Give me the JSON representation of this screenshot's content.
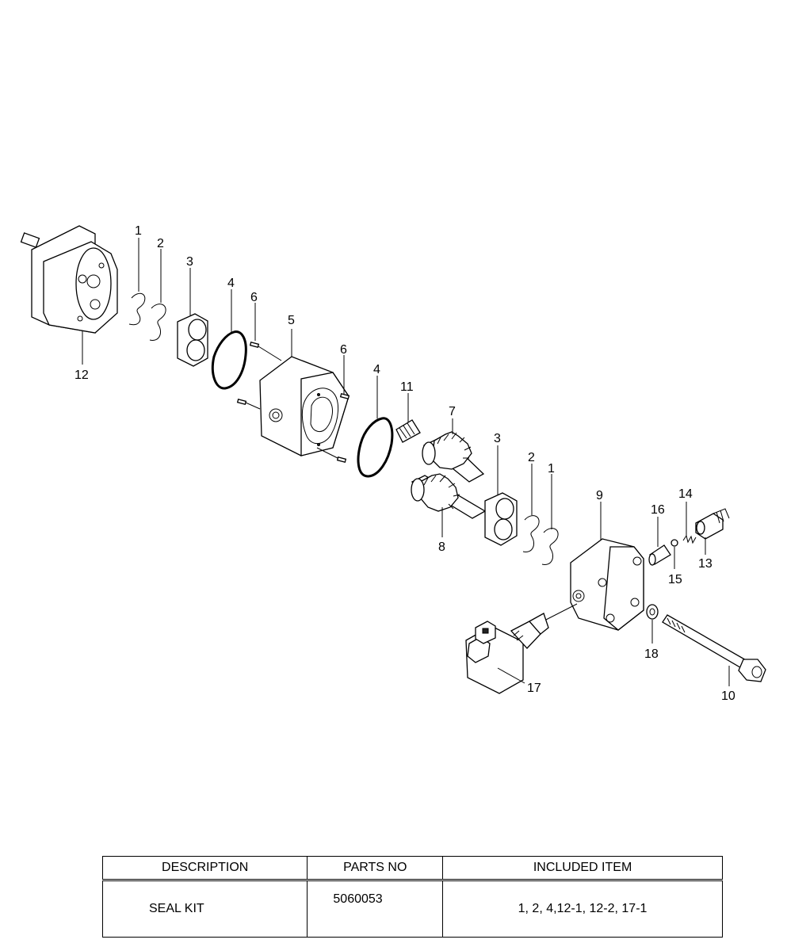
{
  "callouts": {
    "c1a": "1",
    "c2a": "2",
    "c3a": "3",
    "c4a": "4",
    "c6a": "6",
    "c5": "5",
    "c6b": "6",
    "c4b": "4",
    "c11": "11",
    "c7": "7",
    "c12": "12",
    "c3b": "3",
    "c2b": "2",
    "c1b": "1",
    "c8": "8",
    "c9": "9",
    "c16": "16",
    "c14": "14",
    "c13": "13",
    "c15": "15",
    "c18": "18",
    "c17": "17",
    "c10": "10"
  },
  "table": {
    "headers": [
      "DESCRIPTION",
      "PARTS NO",
      "INCLUDED ITEM"
    ],
    "rows": [
      {
        "description": "SEAL KIT",
        "parts_no": "5060053",
        "included_item": "1, 2, 4,12-1, 12-2, 17-1"
      }
    ]
  }
}
